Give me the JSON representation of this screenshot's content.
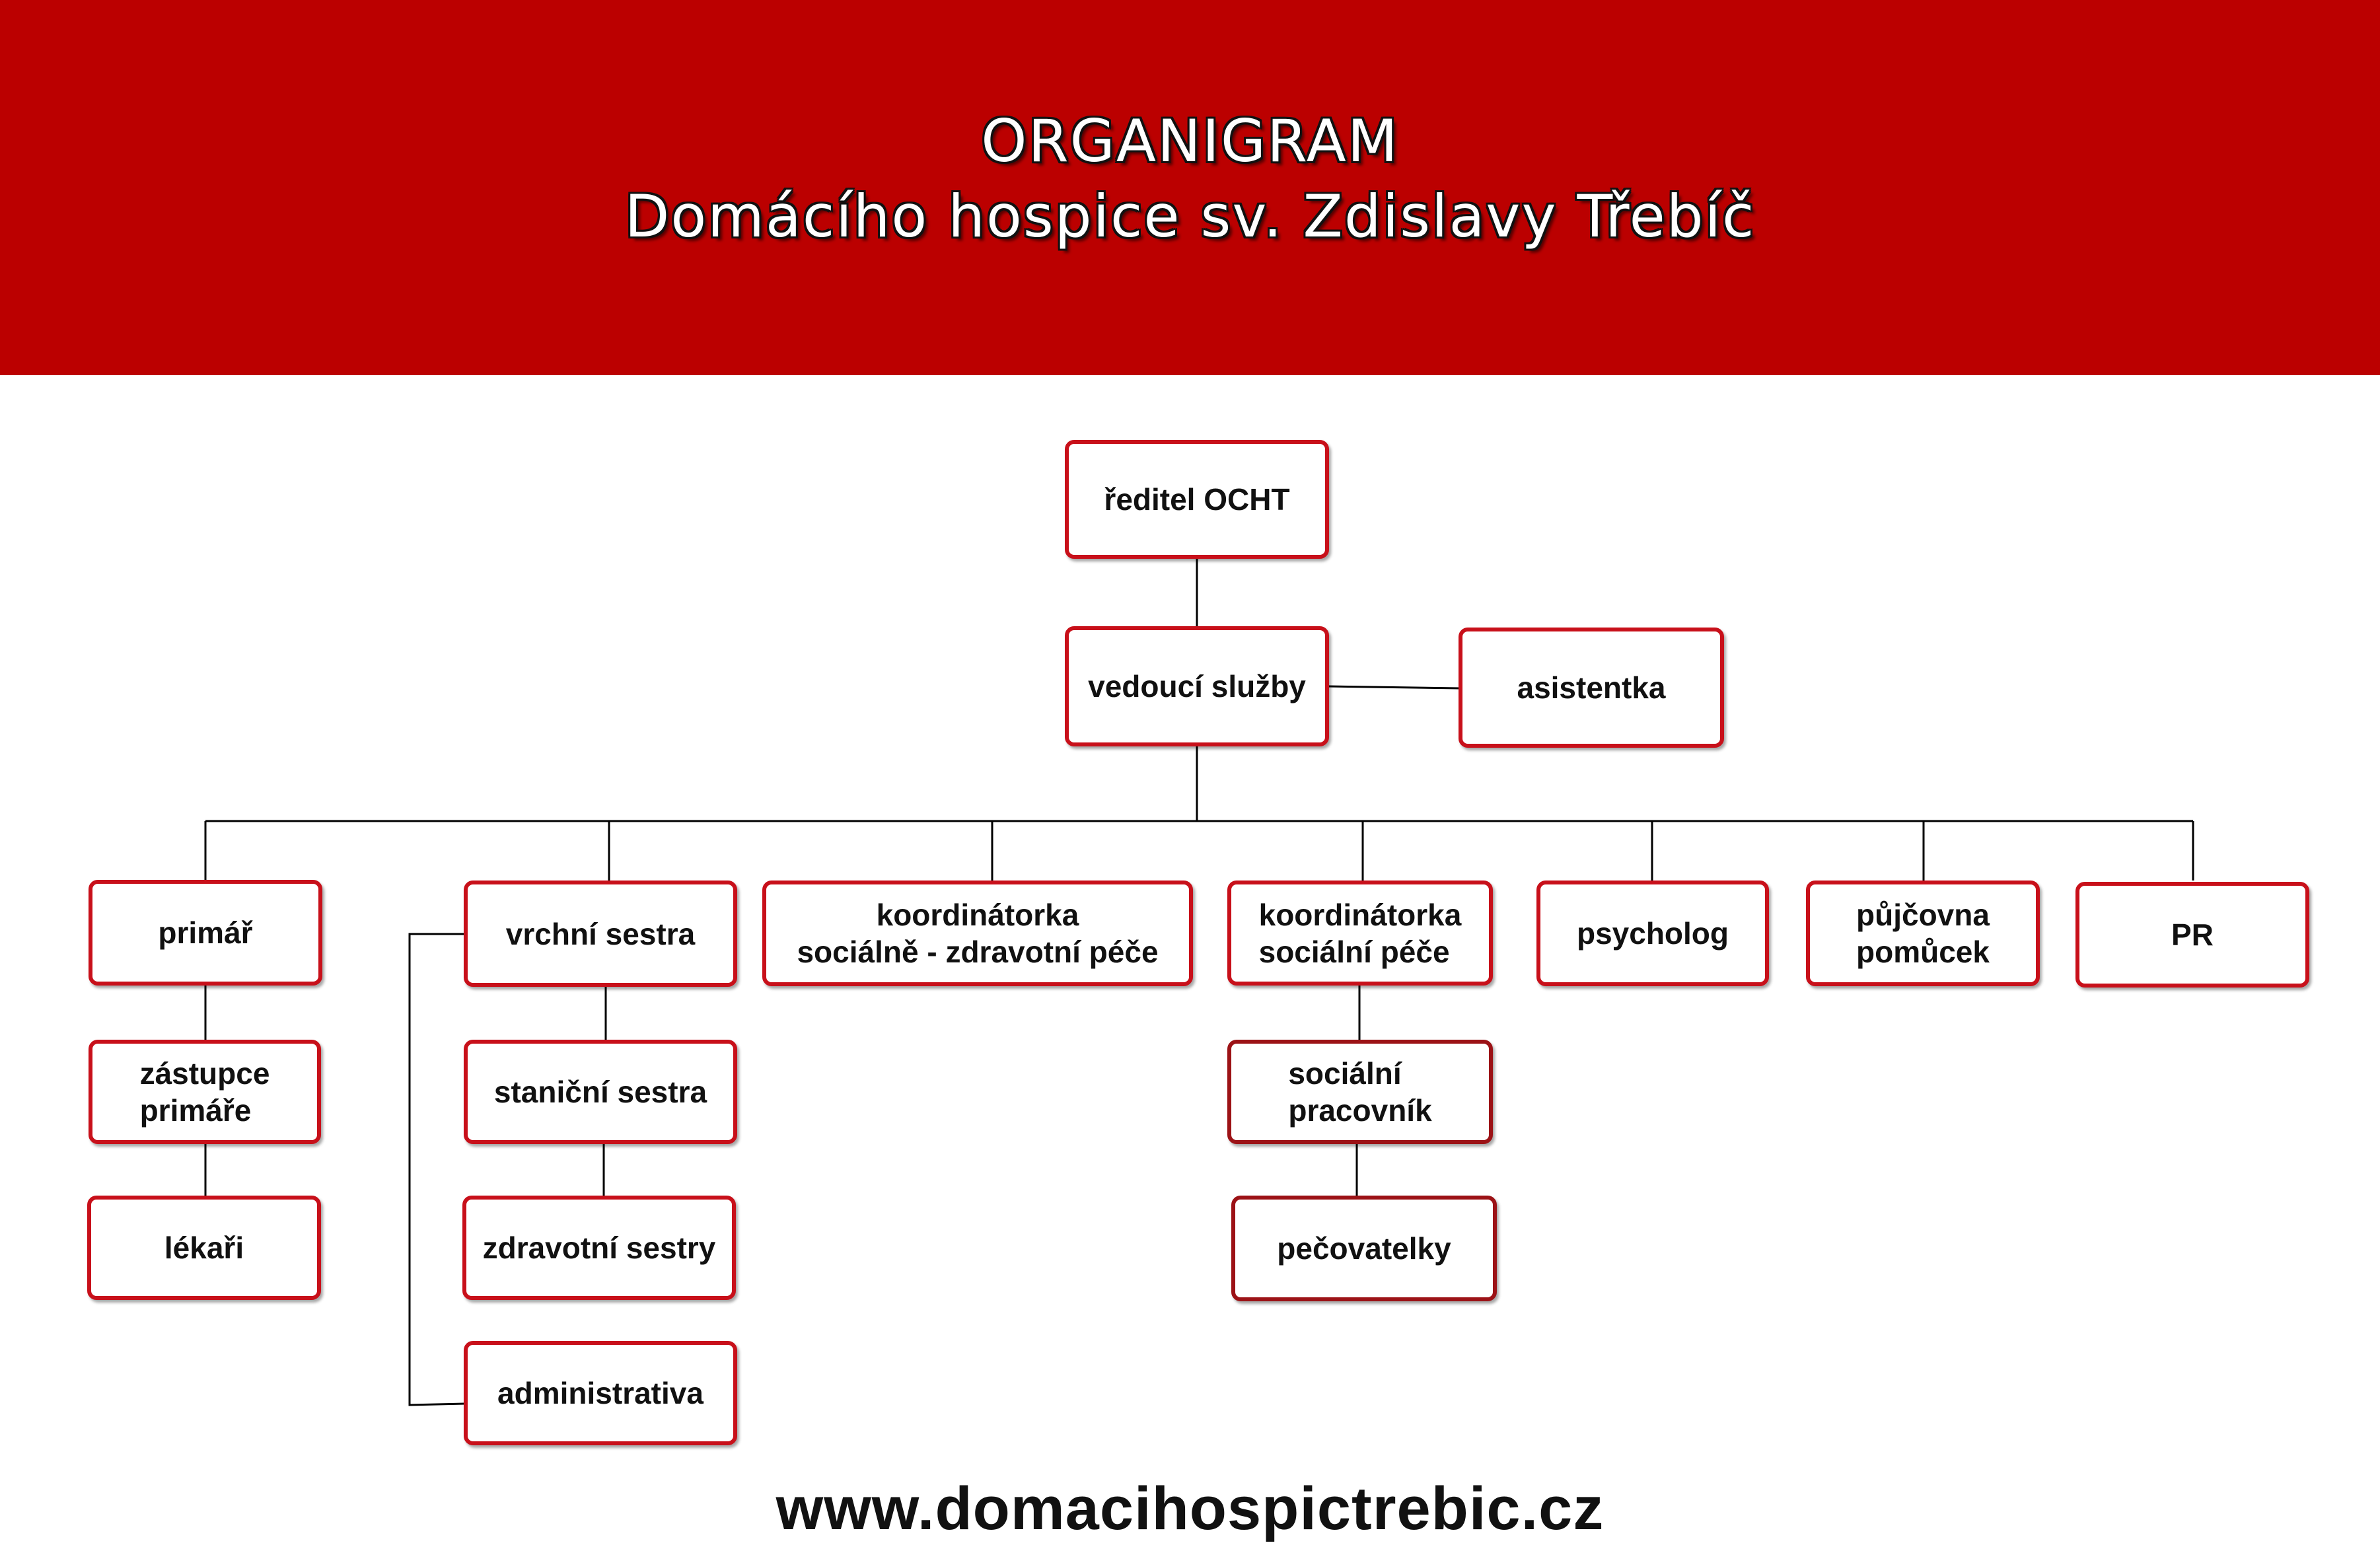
{
  "header": {
    "title_line1": "ORGANIGRAM",
    "title_line2": "Domácího hospice sv. Zdislavy Třebíč",
    "background_color": "#bb0000"
  },
  "colors": {
    "node_border": "#c8101a",
    "node_border_dark": "#9c1216",
    "connector": "#000000"
  },
  "org_chart": {
    "director": "ředitel OCHT",
    "head": "vedoucí služby",
    "assistant": "asistentka",
    "departments": [
      {
        "label": "primář",
        "children": [
          "zástupce\nprimáře",
          "lékaři"
        ]
      },
      {
        "label": "vrchní sestra",
        "children": [
          "staniční sestra",
          "zdravotní sestry",
          "administrativa"
        ]
      },
      {
        "label": "koordinátorka\nsociálně - zdravotní péče",
        "children": []
      },
      {
        "label": "koordinátorka\nsociální péče",
        "children": [
          "sociální\npracovník",
          "pečovatelky"
        ]
      },
      {
        "label": "psycholog",
        "children": []
      },
      {
        "label": "půjčovna\npomůcek",
        "children": []
      },
      {
        "label": "PR",
        "children": []
      }
    ]
  },
  "footer": {
    "url": "www.domacihospictrebic.cz"
  }
}
